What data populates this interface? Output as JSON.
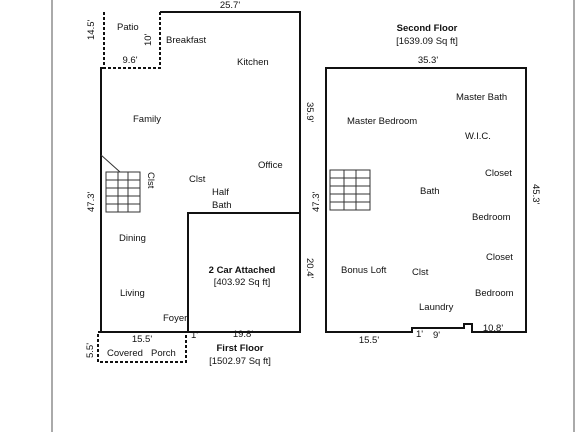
{
  "first_floor": {
    "title": "First Floor",
    "sqft": "[1502.97 Sq ft]",
    "rooms": {
      "patio": "Patio",
      "breakfast": "Breakfast",
      "kitchen": "Kitchen",
      "family": "Family",
      "office": "Office",
      "clst_stair": "Clst",
      "clst": "Clst",
      "half_bath_1": "Half",
      "half_bath_2": "Bath",
      "dining": "Dining",
      "living": "Living",
      "foyer": "Foyer",
      "covered_porch_1": "Covered",
      "covered_porch_2": "Porch"
    },
    "garage": {
      "title": "2 Car Attached",
      "sqft": "[403.92 Sq ft]"
    },
    "dims": {
      "top": "25.7'",
      "patio_height": "14.5'",
      "patio_inner": "10'",
      "patio_width": "9.6'",
      "right": "35.9'",
      "left": "47.3'",
      "garage_right": "20.4'",
      "bottom_garage": "19.8'",
      "porch_width": "15.5'",
      "porch_height": "5.5'",
      "foyer_gap": "1'"
    }
  },
  "second_floor": {
    "title": "Second Floor",
    "sqft": "[1639.09 Sq ft]",
    "rooms": {
      "master_bedroom": "Master Bedroom",
      "master_bath": "Master Bath",
      "wic": "W.I.C.",
      "closet_1": "Closet",
      "bath": "Bath",
      "bedroom_1": "Bedroom",
      "closet_2": "Closet",
      "bonus_loft": "Bonus Loft",
      "clst": "Clst",
      "bedroom_2": "Bedroom",
      "laundry": "Laundry"
    },
    "dims": {
      "top": "35.3'",
      "right": "45.3'",
      "left": "47.3'",
      "bottom_left": "15.5'",
      "bottom_mid_a": "1'",
      "bottom_mid_b": "9'",
      "bottom_right": "10.8'"
    }
  }
}
